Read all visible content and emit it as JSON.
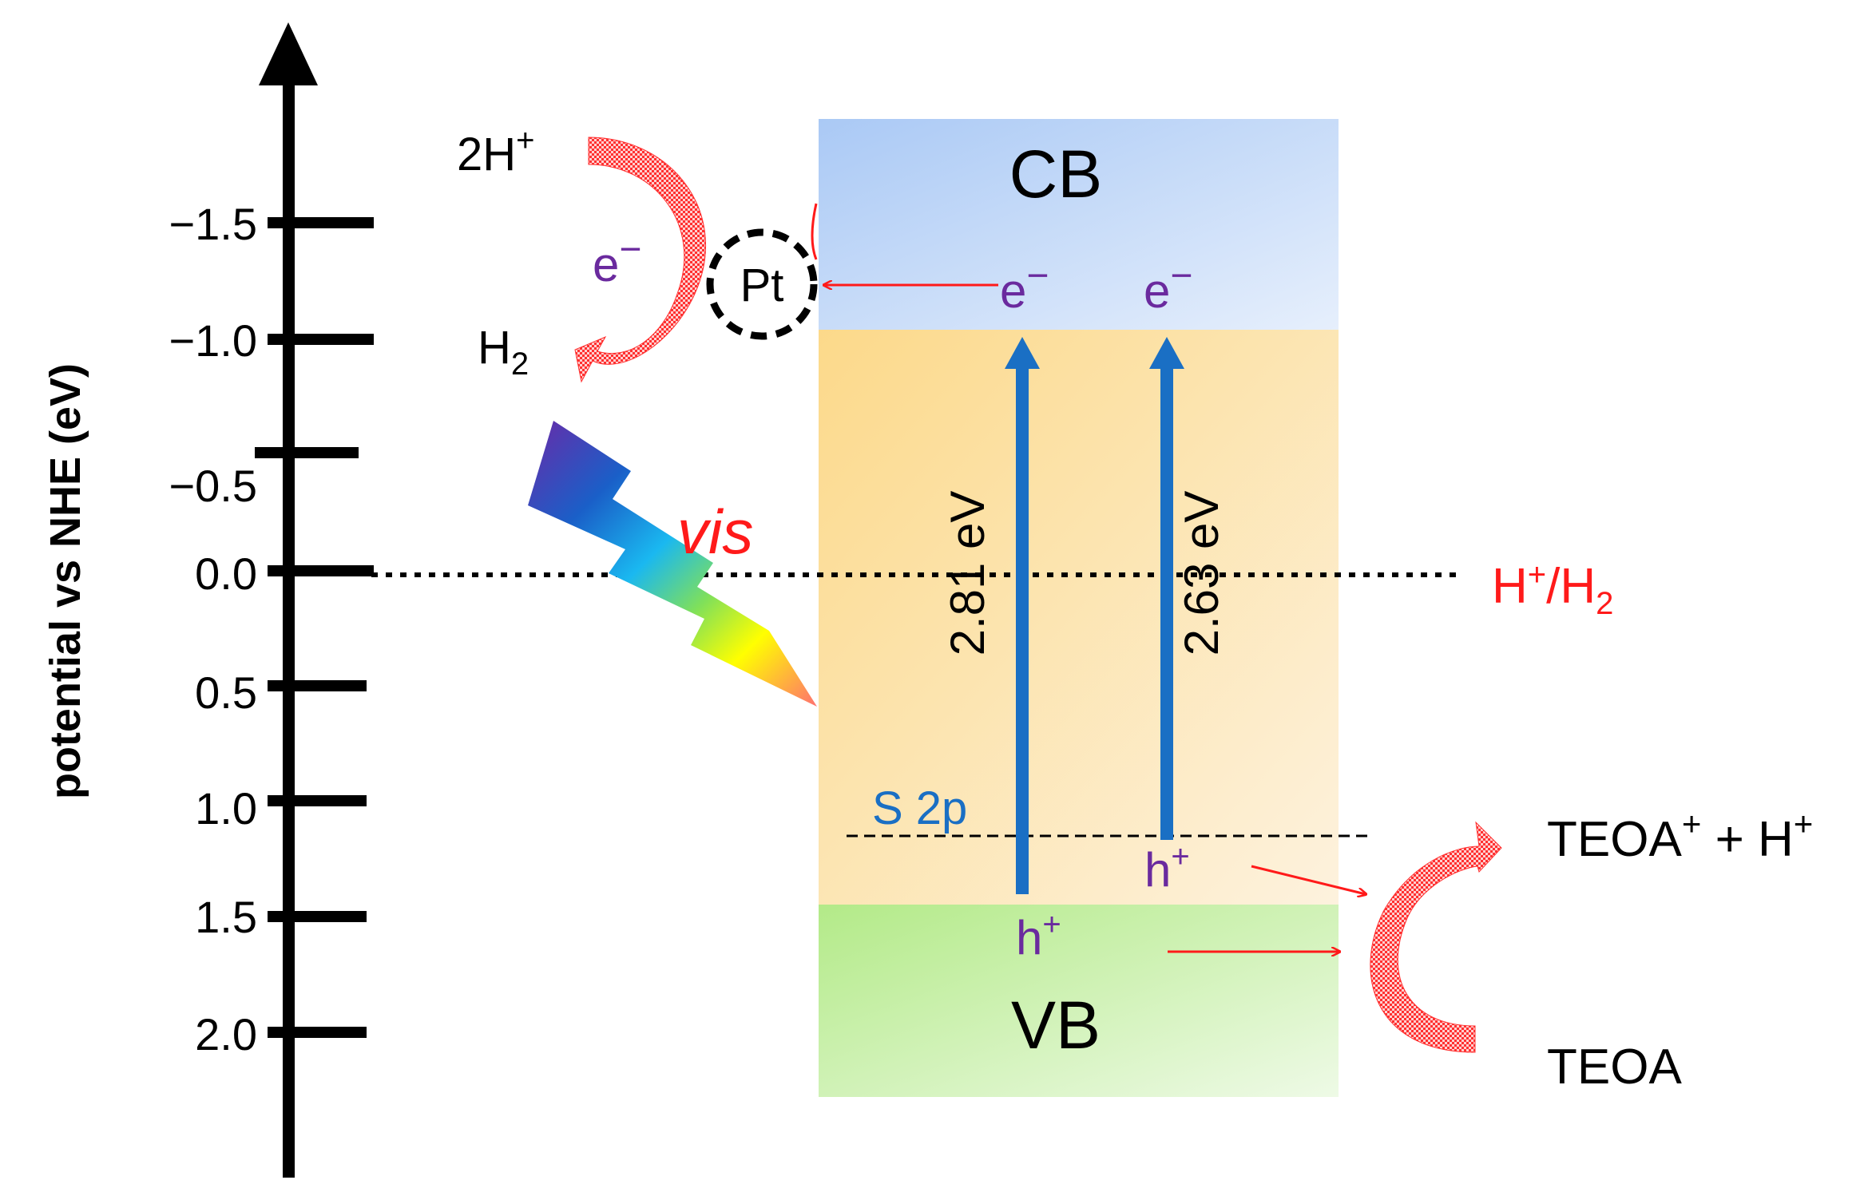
{
  "axis": {
    "title": "potential vs NHE (eV)",
    "ticks": [
      "−1.5",
      "−1.0",
      "−0.5",
      "0.0",
      "0.5",
      "1.0",
      "1.5",
      "2.0"
    ]
  },
  "bands": {
    "cb_label": "CB",
    "vb_label": "VB",
    "s2p_label": "S 2p"
  },
  "transitions": [
    {
      "gap": "2.81 eV",
      "electron": "e",
      "electron_sup": "−",
      "hole": "h",
      "hole_sup": "+"
    },
    {
      "gap": "2.63 eV",
      "electron": "e",
      "electron_sup": "−",
      "hole": "h",
      "hole_sup": "+"
    }
  ],
  "reduction": {
    "reactant": "2H",
    "reactant_sup": "+",
    "electron": "e",
    "electron_sup": "−",
    "product": "H",
    "product_sub": "2",
    "catalyst": "Pt"
  },
  "light": {
    "label": "vis"
  },
  "reference": {
    "label_a": "H",
    "label_a_sup": "+",
    "label_b": "/H",
    "label_b_sub": "2"
  },
  "oxidation": {
    "product_a": "TEOA",
    "product_a_sup": "+",
    "product_b": " + H",
    "product_b_sup": "+",
    "reactant": "TEOA"
  },
  "colors": {
    "axis": "#000000",
    "gap_arrow": "#1a6fc4",
    "charge_label": "#6a2a9e",
    "reaction_arrow": "#ff1a1a",
    "s2p_label": "#1a6fc4",
    "cb_top": "#aaccf5",
    "cb_bottom": "#e4eefc",
    "mid_top": "#fcdc8e",
    "mid_bottom": "#fdf0d8",
    "vb_top": "#b5eb8c",
    "vb_bottom": "#eaf9df",
    "reference_label": "#ff1a1a"
  }
}
